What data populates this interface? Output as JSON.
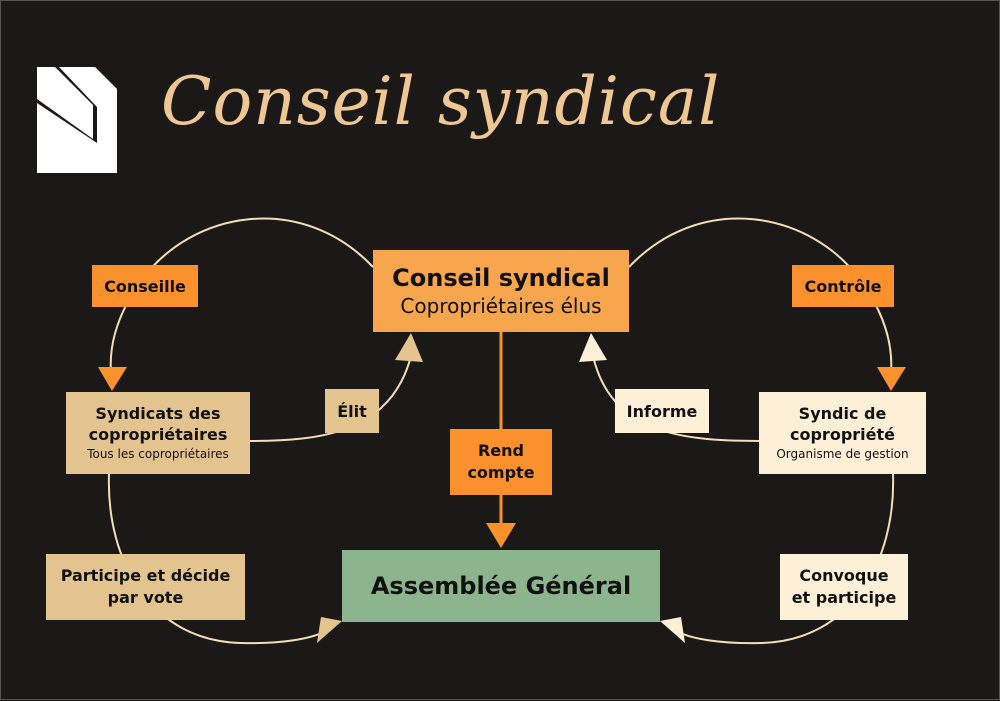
{
  "title": "Conseil syndical",
  "colors": {
    "background": "#1b1918",
    "title": "#f0c792",
    "orange": "#f7a64e",
    "bright_orange": "#fb912c",
    "tan": "#e4c48e",
    "cream": "#fef0d6",
    "green": "#8cb58d",
    "curve": "#f5ddb6"
  },
  "nodes": {
    "conseil": {
      "title": "Conseil syndical",
      "subtitle": "Copropriétaires élus"
    },
    "assemblee": {
      "title": "Assemblée Général"
    },
    "syndicats": {
      "title_line1": "Syndicats des",
      "title_line2": "copropriétaires",
      "subtitle": "Tous les copropriétaires"
    },
    "syndic": {
      "title_line1": "Syndic de",
      "title_line2": "copropriété",
      "subtitle": "Organisme de gestion"
    }
  },
  "edges": {
    "conseille": "Conseille",
    "controle": "Contrôle",
    "elit": "Élit",
    "informe": "Informe",
    "rend_line1": "Rend",
    "rend_line2": "compte",
    "participe_line1": "Participe et décide",
    "participe_line2": "par vote",
    "convoque_line1": "Convoque",
    "convoque_line2": "et participe"
  }
}
